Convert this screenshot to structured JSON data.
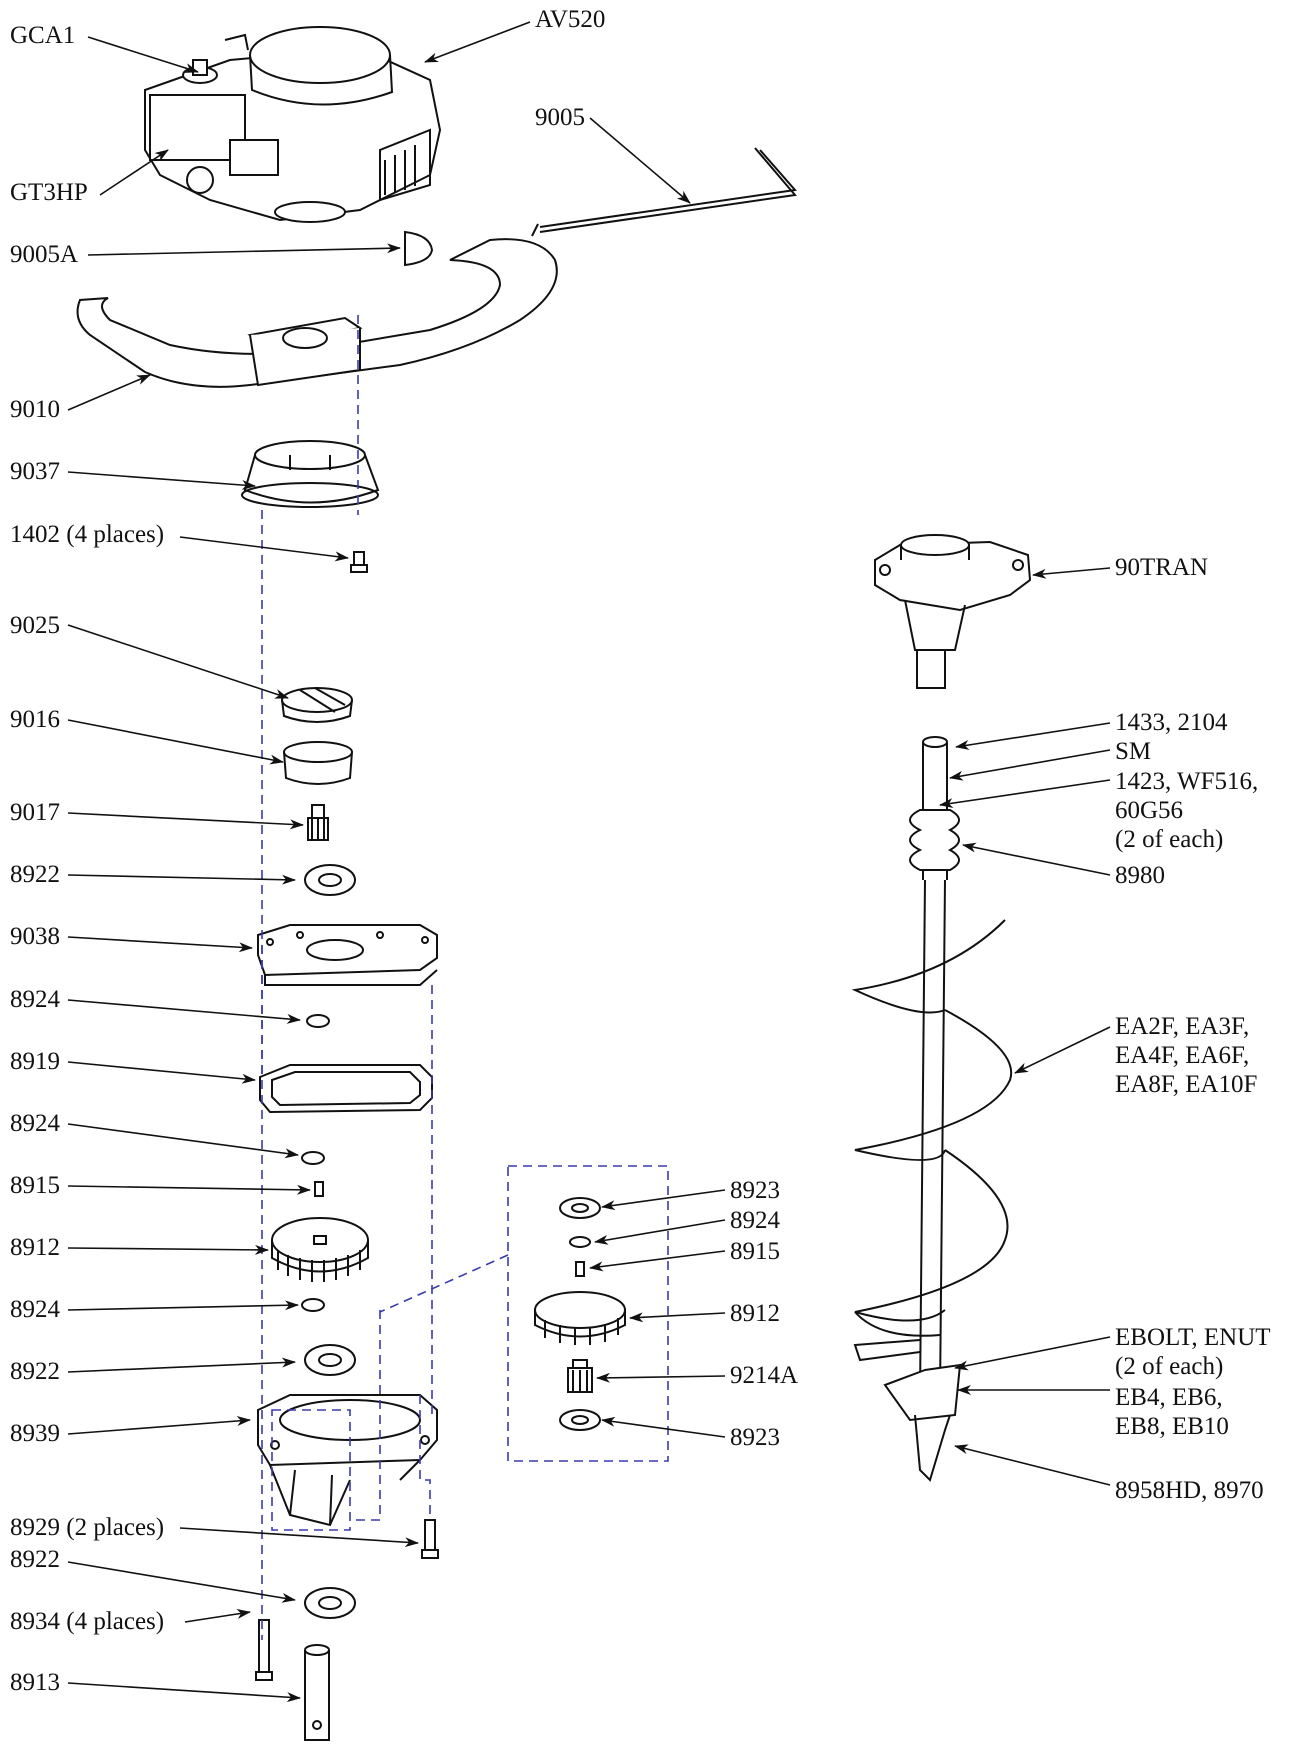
{
  "labels": {
    "gca1": "GCA1",
    "av520": "AV520",
    "gt3hp": "GT3HP",
    "p9005": "9005",
    "p9005a": "9005A",
    "p9010": "9010",
    "p9037": "9037",
    "p1402": "1402 (4 places)",
    "p9025": "9025",
    "p9016": "9016",
    "p9017": "9017",
    "p8922a": "8922",
    "p9038": "9038",
    "p8924a": "8924",
    "p8919": "8919",
    "p8924b": "8924",
    "p8915": "8915",
    "p8912": "8912",
    "p8924c": "8924",
    "p8922b": "8922",
    "p8939": "8939",
    "p8929": "8929 (2 places)",
    "p8922c": "8922",
    "p8934": "8934 (4 places)",
    "p8913": "8913",
    "tran": "90TRAN",
    "r1433": [
      "1433, 2104"
    ],
    "rsm": "SM",
    "r1423": [
      "1423, WF516,",
      "60G56",
      "(2 of each)"
    ],
    "r8980": "8980",
    "auger": [
      "EA2F, EA3F,",
      "EA4F, EA6F,",
      "EA8F, EA10F"
    ],
    "ebolt": [
      "EBOLT, ENUT",
      "(2 of each)"
    ],
    "eb": [
      "EB4, EB6,",
      "EB8, EB10"
    ],
    "blade": "8958HD, 8970",
    "sub8923a": "8923",
    "sub8924": "8924",
    "sub8915": "8915",
    "sub8912": "8912",
    "sub9214a": "9214A",
    "sub8923b": "8923"
  },
  "colors": {
    "line": "#111111",
    "dash": "#3a3ab0"
  }
}
